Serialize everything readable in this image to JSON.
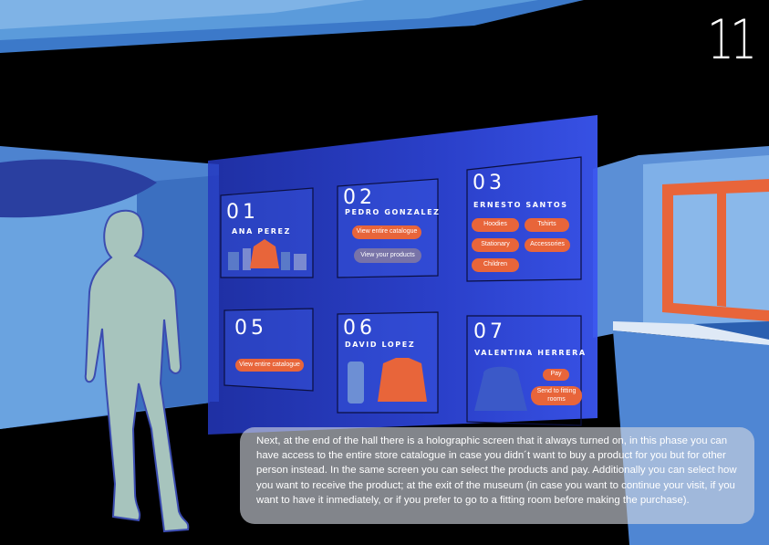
{
  "page_number": "11",
  "screens": [
    {
      "number": "01",
      "name": "ANA PEREZ",
      "buttons": []
    },
    {
      "number": "02",
      "name": "PEDRO GONZALEZ",
      "buttons": [
        "View entire catalogue",
        "View your products"
      ]
    },
    {
      "number": "03",
      "name": "ERNESTO SANTOS",
      "buttons": [
        "Hoodies",
        "Tshirts",
        "Stationary",
        "Accessories",
        "Children"
      ]
    },
    {
      "number": "05",
      "name": "",
      "buttons": [
        "View entire catalogue"
      ]
    },
    {
      "number": "06",
      "name": "DAVID LOPEZ",
      "buttons": []
    },
    {
      "number": "07",
      "name": "VALENTINA HERRERA",
      "buttons": [
        "Pay",
        "Send to fitting rooms"
      ]
    }
  ],
  "caption": "Next, at the end of the hall there is a holographic screen that it always turned on, in this phase you can have access to the entire store catalogue in case you didn´t want to buy a product for you but for other person instead. In the same screen you can select the products and pay. Additionally you can select how you want to receive the product; at the exit of the museum (in case you want to continue your visit, if you want to have it inmediately, or if you prefer to go to a fitting room before making the purchase).",
  "colors": {
    "background": "#000000",
    "hologram": "#2a3fd6",
    "wall": "#5b8fd6",
    "accent_button": "#e8653a",
    "secondary_button": "#7873a8",
    "person": "#a7c4bd"
  }
}
